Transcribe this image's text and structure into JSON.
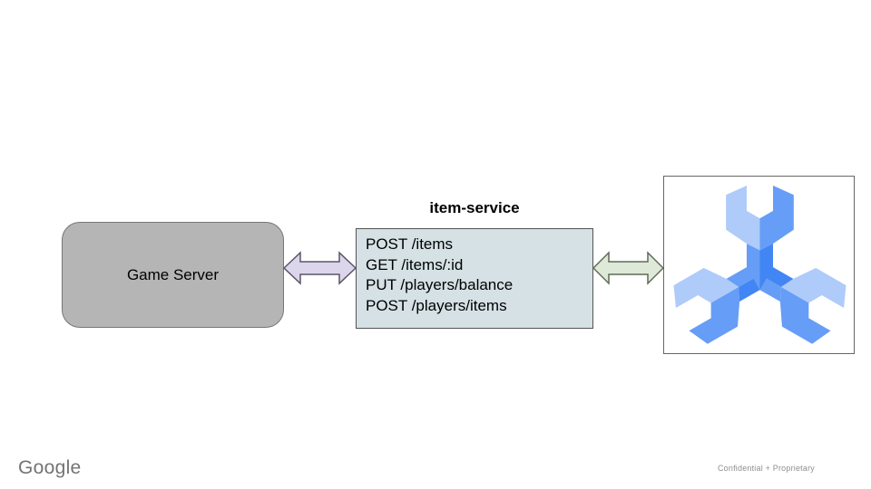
{
  "slide": {
    "background": "#ffffff",
    "footer": {
      "brand": "Google",
      "brand_color": "#737373",
      "confidentiality": "Confidential + Proprietary",
      "confidentiality_color": "#8f8f8f"
    }
  },
  "diagram": {
    "game_server": {
      "label": "Game Server",
      "fill": "#b5b5b5",
      "border_color": "#767676"
    },
    "item_service": {
      "title": "item-service",
      "endpoints": [
        "POST /items",
        "GET /items/:id",
        "PUT /players/balance",
        "POST /players/items"
      ],
      "fill": "#d5e1e5",
      "border_color": "#545454"
    },
    "arrow_left": {
      "fill": "#dcd6ec",
      "stroke": "#5b5566"
    },
    "arrow_right": {
      "fill": "#dfe9d8",
      "stroke": "#5e6b57"
    },
    "spanner": {
      "label": "cloud-spanner-icon",
      "frame_border_color": "#666666",
      "colors": {
        "light": "#aecbfa",
        "medium": "#669df6",
        "dark": "#4285f4"
      }
    }
  }
}
